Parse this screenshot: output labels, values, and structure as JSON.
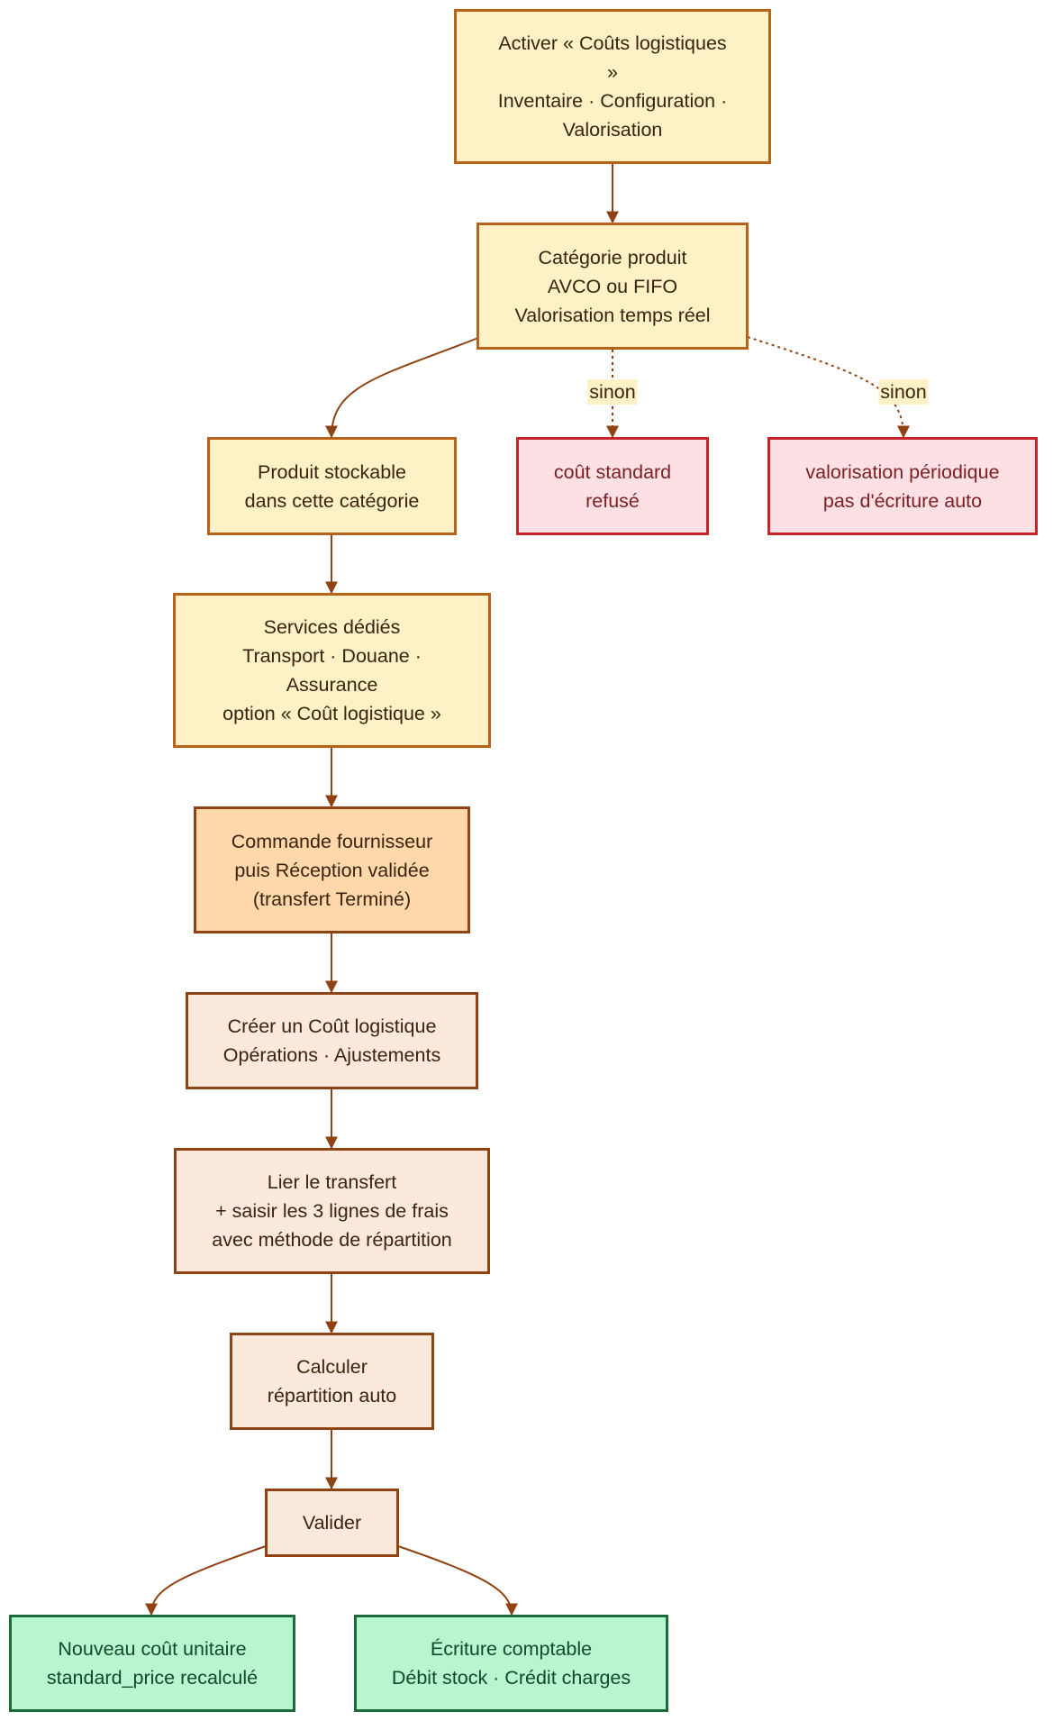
{
  "nodes": {
    "activate": {
      "lines": [
        "Activer « Coûts logistiques",
        "»",
        "Inventaire · Configuration ·",
        "Valorisation"
      ]
    },
    "category": {
      "lines": [
        "Catégorie produit",
        "AVCO ou FIFO",
        "Valorisation temps réel"
      ]
    },
    "stockable": {
      "lines": [
        "Produit stockable",
        "dans cette catégorie"
      ]
    },
    "standard_refused": {
      "lines": [
        "coût standard",
        "refusé"
      ]
    },
    "periodic": {
      "lines": [
        "valorisation périodique",
        "pas d'écriture auto"
      ]
    },
    "services": {
      "lines": [
        "Services dédiés",
        "Transport · Douane ·",
        "Assurance",
        "option « Coût logistique »"
      ]
    },
    "purchase": {
      "lines": [
        "Commande fournisseur",
        "puis Réception validée",
        "(transfert Terminé)"
      ]
    },
    "create_cost": {
      "lines": [
        "Créer un Coût logistique",
        "Opérations · Ajustements"
      ]
    },
    "link_transfer": {
      "lines": [
        "Lier le transfert",
        "+ saisir les 3 lignes de frais",
        "avec méthode de répartition"
      ]
    },
    "compute": {
      "lines": [
        "Calculer",
        "répartition auto"
      ]
    },
    "validate": {
      "lines": [
        "Valider"
      ]
    },
    "new_cost": {
      "lines": [
        "Nouveau coût unitaire",
        "standard_price recalculé"
      ]
    },
    "journal": {
      "lines": [
        "Écriture comptable",
        "Débit stock · Crédit charges"
      ]
    }
  },
  "edge_labels": {
    "otherwise_left": "sinon",
    "otherwise_right": "sinon"
  },
  "colors": {
    "edge": "#8f4314",
    "yellow_fill": "#fdf1c5",
    "orange_fill": "#fed8aa",
    "peach_fill": "#fbe9dc",
    "red_fill": "#fde0e3",
    "green_fill": "#b8f5d1"
  }
}
